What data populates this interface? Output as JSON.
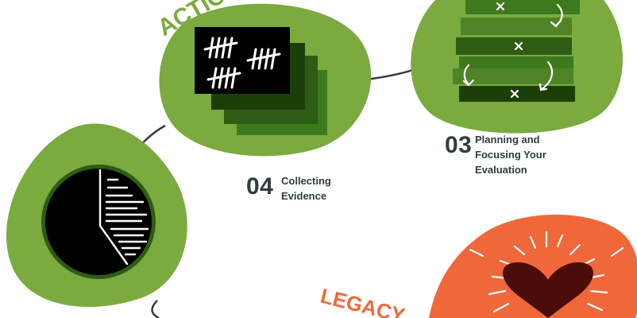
{
  "phases": {
    "action": "ACTION",
    "legacy": "LEGACY"
  },
  "steps": {
    "planning": {
      "number": "03",
      "label_line1": "Planning and",
      "label_line2": "Focusing Your",
      "label_line3": "Evaluation"
    },
    "collecting": {
      "number": "04",
      "label_line1": "Collecting",
      "label_line2": "Evidence"
    }
  },
  "colors": {
    "green_light": "#7bab3f",
    "green_mid": "#4f8426",
    "green_dark": "#2e5c12",
    "green_darker": "#1c3f0a",
    "orange": "#f0673a",
    "orange_text": "#ee6b3b",
    "heart": "#4a0d0a",
    "text_dark": "#2f3d3f",
    "connector": "#2f3d3f"
  },
  "icons": {
    "tally": "tally-marks-icon",
    "planning": "stacked-plan-icon",
    "chart": "circle-chart-icon",
    "heart": "heart-icon"
  }
}
